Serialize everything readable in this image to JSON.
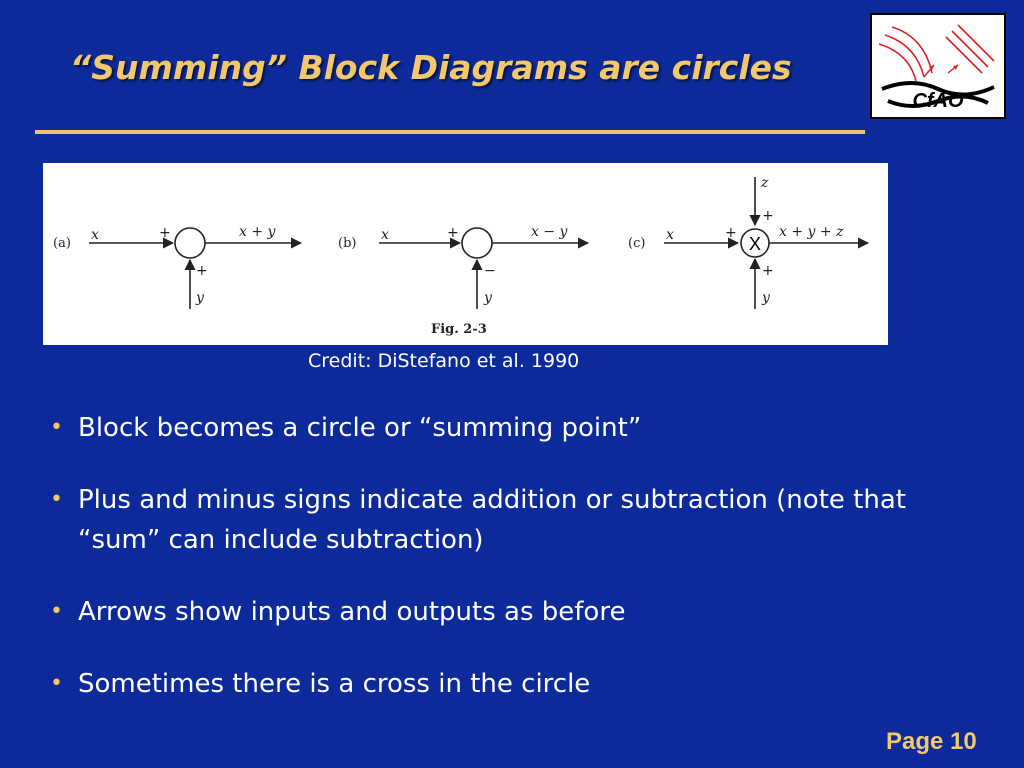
{
  "slide": {
    "title": "“Summing” Block Diagrams are circles",
    "credit": "Credit: DiStefano et al. 1990",
    "page_label": "Page 10",
    "logo_text": "CfAO",
    "colors": {
      "background": "#0d2a9a",
      "title": "#f3c86c",
      "rule": "#f0c46a",
      "text": "#ffffff"
    }
  },
  "bullets": [
    "Block becomes a circle or “summing point”",
    "Plus and minus signs indicate addition or subtraction (note that “sum” can include subtraction)",
    "Arrows show inputs and outputs as before",
    "Sometimes there is a cross in the circle"
  ],
  "figure": {
    "caption": "Fig. 2-3",
    "panel_a": {
      "label": "(a)",
      "input_left": "x",
      "sign_left": "+",
      "sign_bottom": "+",
      "input_bottom": "y",
      "output": "x + y"
    },
    "panel_b": {
      "label": "(b)",
      "input_left": "x",
      "sign_left": "+",
      "sign_bottom": "−",
      "input_bottom": "y",
      "output": "x − y"
    },
    "panel_c": {
      "label": "(c)",
      "input_top": "z",
      "sign_top": "+",
      "input_left": "x",
      "sign_left": "+",
      "center_mark": "X",
      "sign_bottom": "+",
      "input_bottom": "y",
      "output": "x + y + z"
    }
  }
}
